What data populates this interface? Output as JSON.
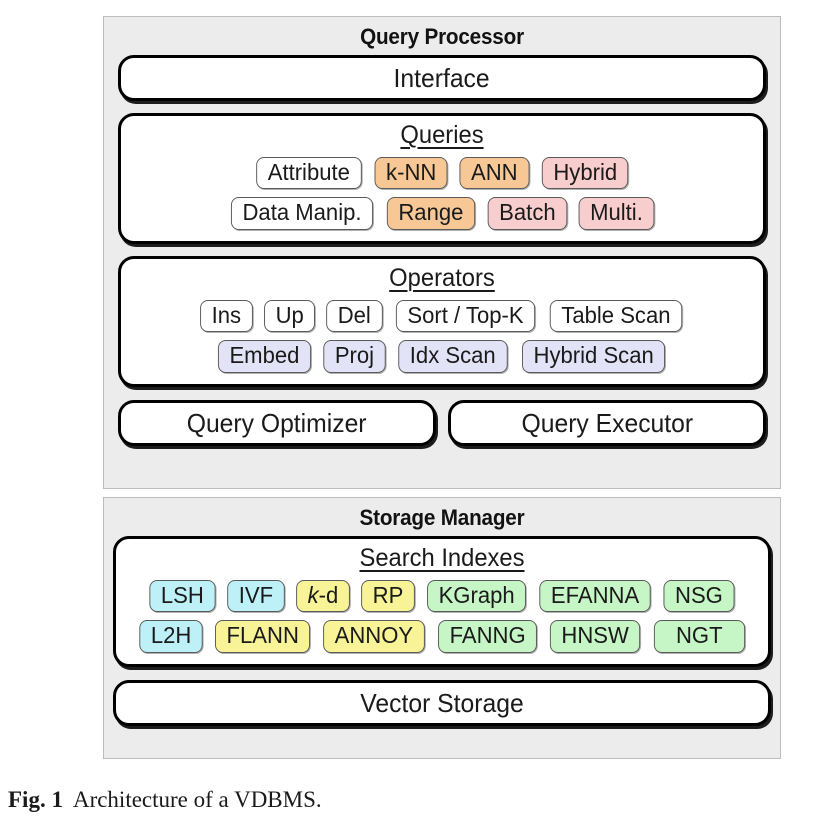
{
  "figure": {
    "caption_label": "Fig. 1",
    "caption_text": "Architecture of a VDBMS."
  },
  "colors": {
    "panel_background": "#ececec",
    "panel_border": "#bdbdbd",
    "box_border": "#000000",
    "pill_default": "#ffffff",
    "orange": "#f7c896",
    "pink": "#f7cdcd",
    "lavender": "#e3e3f7",
    "cyan": "#bdf0f7",
    "yellow": "#f7f396",
    "green": "#c6f5c6"
  },
  "query_processor": {
    "title": "Query Processor",
    "interface": {
      "label": "Interface"
    },
    "queries": {
      "heading": "Queries",
      "row1": [
        {
          "label": "Attribute",
          "color": "#ffffff"
        },
        {
          "label": "k-NN",
          "color": "#f7c896"
        },
        {
          "label": "ANN",
          "color": "#f7c896"
        },
        {
          "label": "Hybrid",
          "color": "#f7cdcd"
        }
      ],
      "row2": [
        {
          "label": "Data Manip.",
          "color": "#ffffff"
        },
        {
          "label": "Range",
          "color": "#f7c896"
        },
        {
          "label": "Batch",
          "color": "#f7cdcd"
        },
        {
          "label": "Multi.",
          "color": "#f7cdcd"
        }
      ]
    },
    "operators": {
      "heading": "Operators",
      "row1": [
        {
          "label": "Ins",
          "color": "#ffffff"
        },
        {
          "label": "Up",
          "color": "#ffffff"
        },
        {
          "label": "Del",
          "color": "#ffffff"
        },
        {
          "label": "Sort / Top-K",
          "color": "#ffffff"
        },
        {
          "label": "Table Scan",
          "color": "#ffffff"
        }
      ],
      "row2": [
        {
          "label": "Embed",
          "color": "#e3e3f7"
        },
        {
          "label": "Proj",
          "color": "#e3e3f7"
        },
        {
          "label": "Idx Scan",
          "color": "#e3e3f7"
        },
        {
          "label": "Hybrid Scan",
          "color": "#e3e3f7"
        }
      ]
    },
    "query_optimizer": {
      "label": "Query Optimizer"
    },
    "query_executor": {
      "label": "Query Executor"
    }
  },
  "storage_manager": {
    "title": "Storage Manager",
    "search_indexes": {
      "heading": "Search Indexes",
      "row1": [
        {
          "label": "LSH",
          "color": "#bdf0f7"
        },
        {
          "label": "IVF",
          "color": "#bdf0f7"
        },
        {
          "label": "k-d",
          "color": "#f7f396",
          "italic_prefix": "k",
          "rest": "-d"
        },
        {
          "label": "RP",
          "color": "#f7f396"
        },
        {
          "label": "KGraph",
          "color": "#c6f5c6"
        },
        {
          "label": "EFANNA",
          "color": "#c6f5c6"
        },
        {
          "label": "NSG",
          "color": "#c6f5c6"
        }
      ],
      "row2": [
        {
          "label": "L2H",
          "color": "#bdf0f7"
        },
        {
          "label": "FLANN",
          "color": "#f7f396"
        },
        {
          "label": "ANNOY",
          "color": "#f7f396"
        },
        {
          "label": "FANNG",
          "color": "#c6f5c6"
        },
        {
          "label": "HNSW",
          "color": "#c6f5c6"
        },
        {
          "label": "NGT",
          "color": "#c6f5c6",
          "wide": true
        }
      ]
    },
    "vector_storage": {
      "label": "Vector Storage"
    }
  }
}
